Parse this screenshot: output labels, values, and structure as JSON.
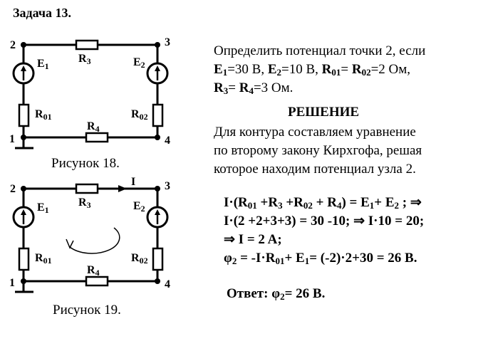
{
  "title": "Задача 13.",
  "figures": [
    {
      "caption": "Рисунок 18.",
      "nodes": [
        "1",
        "2",
        "3",
        "4"
      ],
      "labels": {
        "E1": "E",
        "E1s": "1",
        "E2": "E",
        "E2s": "2",
        "R3": "R",
        "R3s": "3",
        "R4": "R",
        "R4s": "4",
        "R01": "R",
        "R01s": "01",
        "R02": "R",
        "R02s": "02"
      }
    },
    {
      "caption": "Рисунок 19.",
      "nodes": [
        "1",
        "2",
        "3",
        "4"
      ],
      "labels": {
        "E1": "E",
        "E1s": "1",
        "E2": "E",
        "E2s": "2",
        "R3": "R",
        "R3s": "3",
        "R4": "R",
        "R4s": "4",
        "R01": "R",
        "R01s": "01",
        "R02": "R",
        "R02s": "02"
      },
      "current_label": "I"
    }
  ],
  "problem": [
    [
      [
        "Определить потенциал точки 2, если"
      ]
    ],
    [
      [
        "E",
        "b"
      ],
      [
        "1",
        "bs"
      ],
      [
        "=30 В, "
      ],
      [
        "E",
        "b"
      ],
      [
        "2",
        "bs"
      ],
      [
        "=10 В, "
      ],
      [
        "R",
        "b"
      ],
      [
        "01",
        "bs"
      ],
      [
        "= "
      ],
      [
        "R",
        "b"
      ],
      [
        "02",
        "bs"
      ],
      [
        "=2  Ом,"
      ]
    ],
    [
      [
        " "
      ],
      [
        "R",
        "b"
      ],
      [
        "3",
        "bs"
      ],
      [
        "= "
      ],
      [
        "R",
        "b"
      ],
      [
        "4",
        "bs"
      ],
      [
        "=3  Ом."
      ]
    ]
  ],
  "solution_heading": "РЕШЕНИЕ",
  "solution_text": [
    [
      [
        " Для контура составляем  уравнение"
      ]
    ],
    [
      [
        "по второму закону Кирхгофа, решая"
      ]
    ],
    [
      [
        "которое находим потенциал узла 2."
      ]
    ]
  ],
  "equations": [
    [
      [
        "I·(R"
      ],
      [
        "01",
        "s"
      ],
      [
        " +R"
      ],
      [
        "3",
        "s"
      ],
      [
        " +R"
      ],
      [
        "02",
        "s"
      ],
      [
        " + R"
      ],
      [
        "4",
        "s"
      ],
      [
        ") = E"
      ],
      [
        "1",
        "s"
      ],
      [
        "+  E"
      ],
      [
        "2",
        "s"
      ],
      [
        " ;  ⇒"
      ]
    ],
    [
      [
        "I·(2 +2+3+3) = 30 -10;  ⇒  I·10 = 20;"
      ]
    ],
    [
      [
        " ⇒   I = 2 A;"
      ]
    ],
    [
      [
        "φ"
      ],
      [
        "2",
        "s"
      ],
      [
        " = -I·R"
      ],
      [
        "01",
        "s"
      ],
      [
        "+  E"
      ],
      [
        "1",
        "s"
      ],
      [
        "= (-2)·2+30  = 26 В."
      ]
    ]
  ],
  "answer": [
    [
      [
        "Ответ:  φ"
      ],
      [
        "2",
        "s"
      ],
      [
        "= 26 В."
      ]
    ]
  ]
}
